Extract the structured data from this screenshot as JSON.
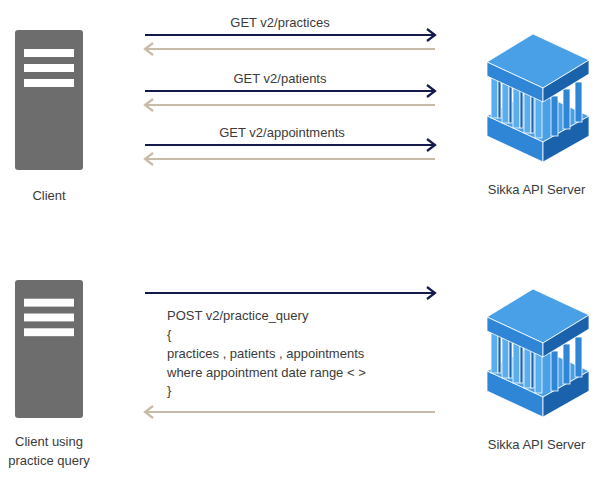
{
  "diagram": {
    "nodes": [
      {
        "text": [
          "Client"
        ]
      },
      {
        "text": [
          "Sikka API Server"
        ]
      },
      {
        "text": [
          "Client using practice query"
        ]
      },
      {
        "text": [
          "Sikka API Server"
        ]
      }
    ],
    "edges": [
      {
        "from": 0,
        "to": 1,
        "arrow": "to",
        "label": "GET v2/practices"
      },
      {
        "from": 1,
        "to": 0,
        "arrow": "to"
      },
      {
        "from": 0,
        "to": 1,
        "arrow": "to",
        "label": "GET v2/patients"
      },
      {
        "from": 1,
        "to": 0,
        "arrow": "to"
      },
      {
        "from": 0,
        "to": 1,
        "arrow": "to",
        "label": "GET v2/appointments"
      },
      {
        "from": 1,
        "to": 0,
        "arrow": "to"
      },
      {
        "from": 2,
        "to": 3,
        "arrow": "to"
      },
      {
        "from": 3,
        "to": 2,
        "arrow": "to"
      }
    ],
    "labels": [
      "POST v2/practice_query",
      "{",
      "practices , patients , appointments",
      "where appointment date range < >",
      "}"
    ]
  }
}
